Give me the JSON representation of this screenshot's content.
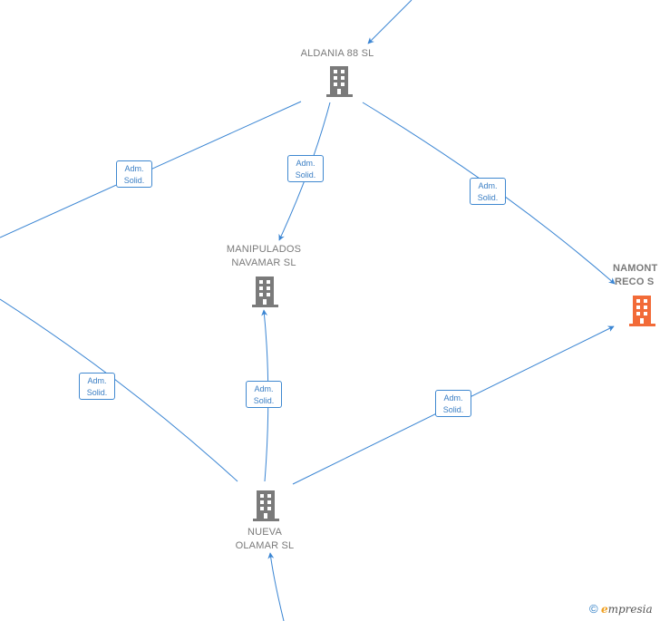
{
  "colors": {
    "edge": "#3a85d3",
    "node": "#7a7a7a",
    "highlight": "#f26b38"
  },
  "nodes": {
    "aldania": {
      "lines": [
        "ALDANIA 88  SL"
      ],
      "icon": "building-icon"
    },
    "manip": {
      "lines": [
        "MANIPULADOS",
        "NAVAMAR  SL"
      ],
      "icon": "building-icon"
    },
    "namont": {
      "lines": [
        "NAMONT",
        "RECO  S"
      ],
      "icon": "building-icon",
      "highlight": true
    },
    "nueva": {
      "lines": [
        "NUEVA",
        "OLAMAR  SL"
      ],
      "icon": "building-icon"
    }
  },
  "edge_labels": [
    {
      "line1": "Adm.",
      "line2": "Solid."
    },
    {
      "line1": "Adm.",
      "line2": "Solid."
    },
    {
      "line1": "Adm.",
      "line2": "Solid."
    },
    {
      "line1": "Adm.",
      "line2": "Solid."
    },
    {
      "line1": "Adm.",
      "line2": "Solid."
    },
    {
      "line1": "Adm.",
      "line2": "Solid."
    }
  ],
  "brand": {
    "copyright": "©",
    "e": "e",
    "rest": "mpresia"
  }
}
